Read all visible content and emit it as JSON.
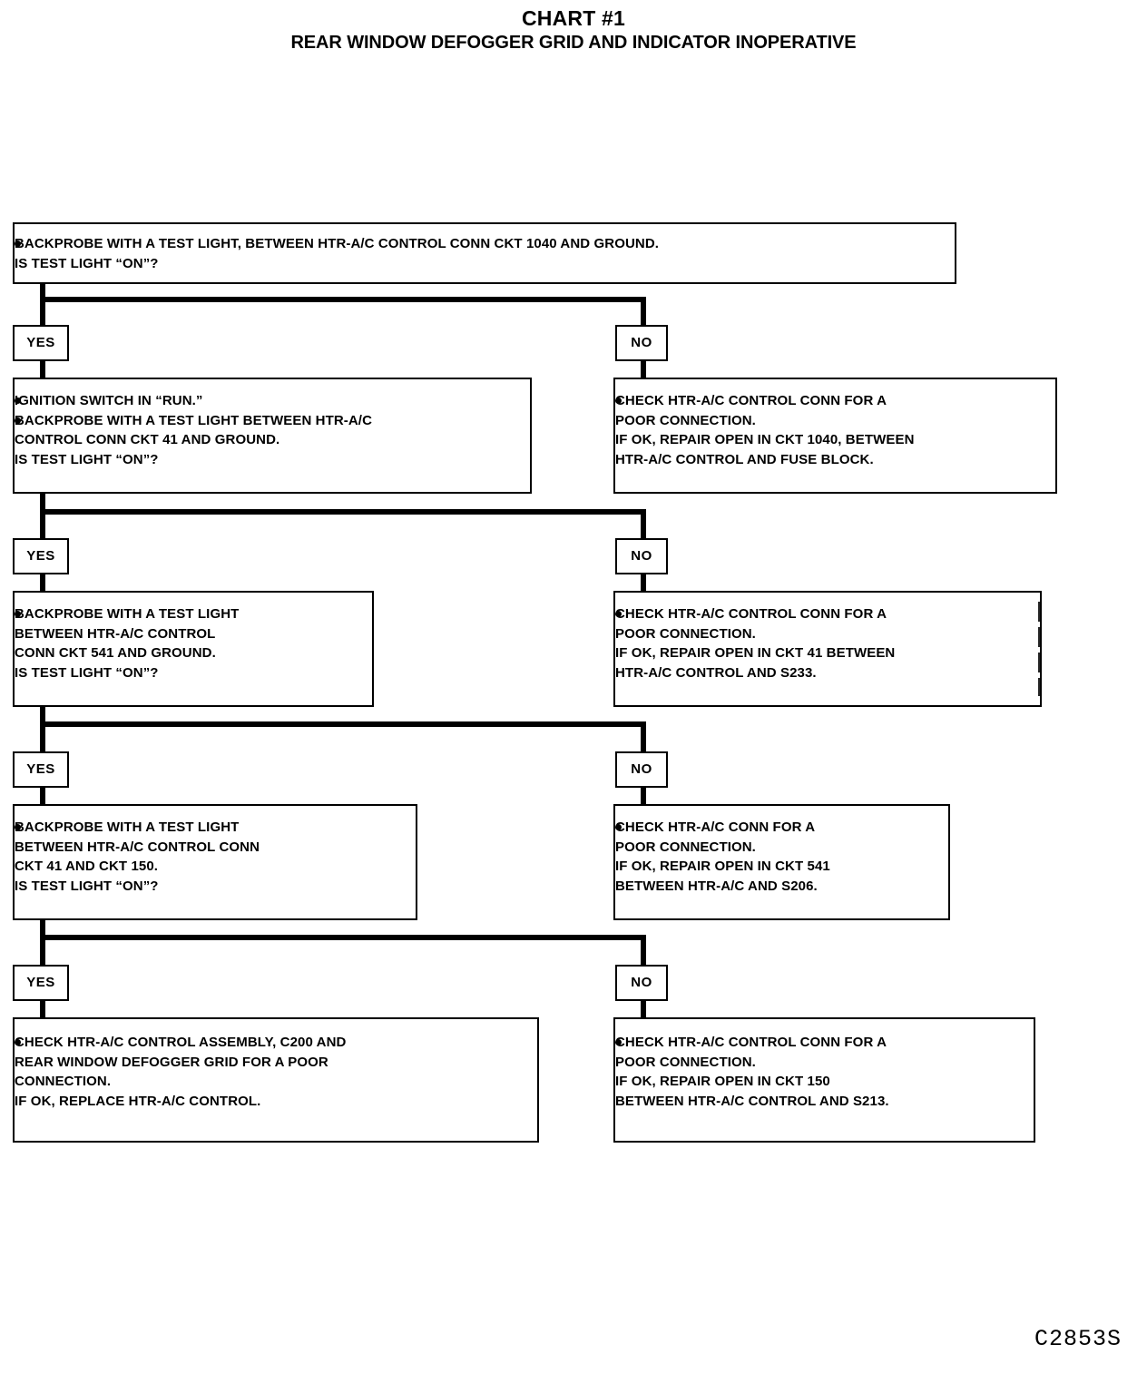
{
  "title": {
    "main": "CHART #1",
    "sub": "REAR WINDOW DEFOGGER GRID AND INDICATOR INOPERATIVE"
  },
  "branch_labels": {
    "yes": "YES",
    "no": "NO"
  },
  "footer": {
    "code": "C2853S"
  },
  "nodes": {
    "q1": {
      "id": "q1",
      "type": "question",
      "bullets": [
        {
          "lines": [
            "BACKPROBE WITH A TEST LIGHT, BETWEEN HTR-A/C CONTROL CONN CKT 1040 AND GROUND.",
            "IS TEST LIGHT “ON”?"
          ]
        }
      ]
    },
    "q2": {
      "id": "q2",
      "type": "question",
      "bullets": [
        {
          "lines": [
            "IGNITION SWITCH IN “RUN.”"
          ]
        },
        {
          "lines": [
            "BACKPROBE WITH A TEST LIGHT BETWEEN HTR-A/C",
            "CONTROL CONN CKT 41 AND GROUND.",
            "IS TEST LIGHT “ON”?"
          ]
        }
      ]
    },
    "q3": {
      "id": "q3",
      "type": "question",
      "bullets": [
        {
          "lines": [
            "BACKPROBE WITH A TEST LIGHT",
            "BETWEEN HTR-A/C CONTROL",
            "CONN CKT 541 AND GROUND.",
            "IS TEST LIGHT “ON”?"
          ]
        }
      ]
    },
    "q4": {
      "id": "q4",
      "type": "question",
      "bullets": [
        {
          "lines": [
            "BACKPROBE WITH A TEST LIGHT",
            "BETWEEN HTR-A/C CONTROL CONN",
            "CKT 41 AND CKT 150.",
            "IS TEST LIGHT “ON”?"
          ]
        }
      ]
    },
    "a1no": {
      "id": "a1no",
      "type": "action",
      "bullets": [
        {
          "lines": [
            "CHECK HTR-A/C CONTROL CONN FOR A",
            "POOR CONNECTION.",
            "IF OK, REPAIR OPEN IN CKT 1040, BETWEEN",
            "HTR-A/C CONTROL AND FUSE BLOCK."
          ]
        }
      ]
    },
    "a2no": {
      "id": "a2no",
      "type": "action",
      "bullets": [
        {
          "lines": [
            "CHECK HTR-A/C CONTROL CONN FOR A",
            "POOR CONNECTION.",
            "IF OK, REPAIR OPEN IN CKT 41 BETWEEN",
            "HTR-A/C CONTROL AND S233."
          ]
        }
      ]
    },
    "a3no": {
      "id": "a3no",
      "type": "action",
      "bullets": [
        {
          "lines": [
            "CHECK HTR-A/C CONN FOR  A",
            "POOR CONNECTION.",
            "IF OK, REPAIR OPEN IN CKT 541",
            "BETWEEN HTR-A/C AND S206."
          ]
        }
      ]
    },
    "a4no": {
      "id": "a4no",
      "type": "action",
      "bullets": [
        {
          "lines": [
            "CHECK HTR-A/C CONTROL CONN FOR A",
            "POOR CONNECTION.",
            "IF OK, REPAIR OPEN IN CKT 150",
            "BETWEEN HTR-A/C CONTROL AND S213."
          ]
        }
      ]
    },
    "a4yes": {
      "id": "a4yes",
      "type": "action",
      "bullets": [
        {
          "lines": [
            "CHECK HTR-A/C CONTROL ASSEMBLY, C200 AND",
            "REAR WINDOW DEFOGGER GRID FOR A POOR",
            "CONNECTION.",
            "IF OK, REPLACE HTR-A/C CONTROL."
          ]
        }
      ]
    }
  },
  "chart_data": {
    "type": "diagram",
    "subtype": "decision-flowchart",
    "title": "CHART #1 — REAR WINDOW DEFOGGER GRID AND INDICATOR INOPERATIVE",
    "levels": 5,
    "flow": [
      {
        "from": "q1",
        "branch": "YES",
        "to": "q2"
      },
      {
        "from": "q1",
        "branch": "NO",
        "to": "a1no"
      },
      {
        "from": "q2",
        "branch": "YES",
        "to": "q3"
      },
      {
        "from": "q2",
        "branch": "NO",
        "to": "a2no"
      },
      {
        "from": "q3",
        "branch": "YES",
        "to": "q4"
      },
      {
        "from": "q3",
        "branch": "NO",
        "to": "a3no"
      },
      {
        "from": "q4",
        "branch": "YES",
        "to": "a4yes"
      },
      {
        "from": "q4",
        "branch": "NO",
        "to": "a4no"
      }
    ]
  }
}
